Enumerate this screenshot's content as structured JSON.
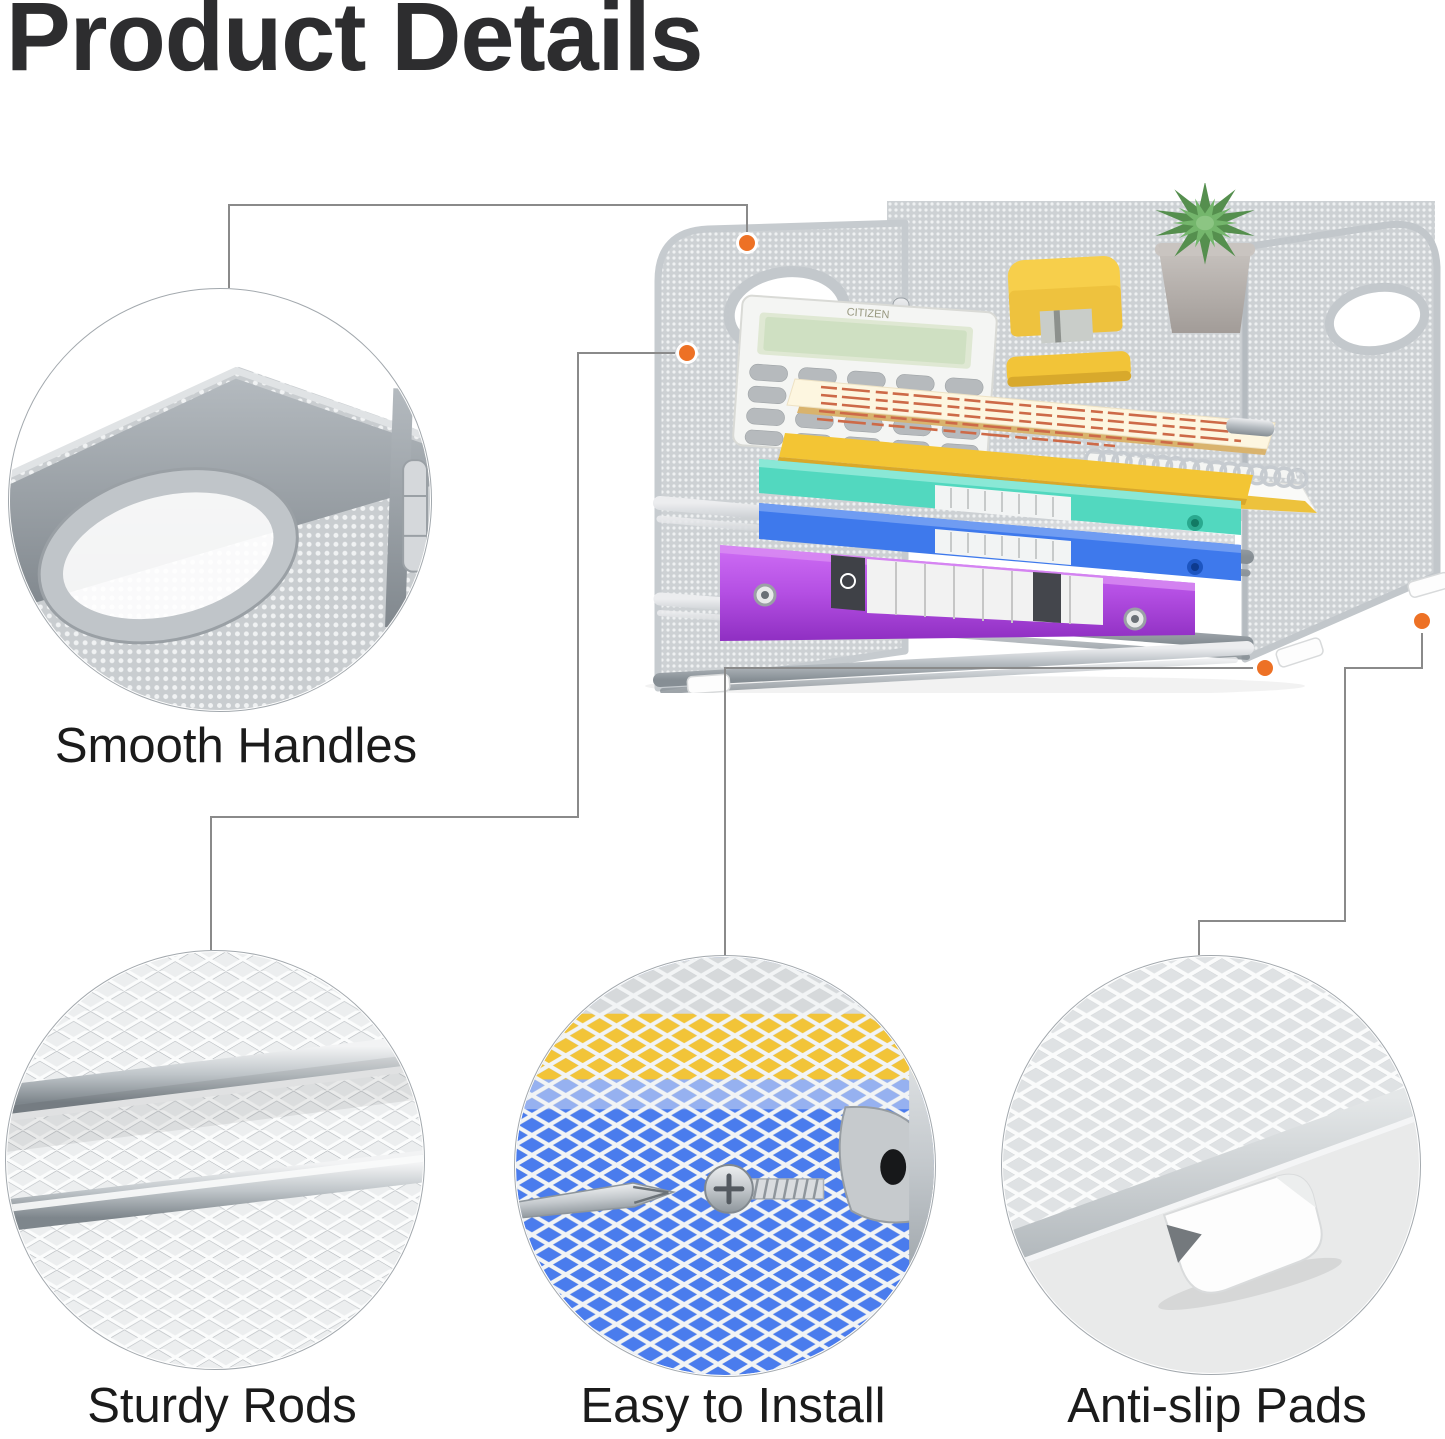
{
  "page": {
    "title": "Product Details"
  },
  "callouts": [
    {
      "id": "smooth-handles",
      "label": "Smooth Handles"
    },
    {
      "id": "sturdy-rods",
      "label": "Sturdy Rods"
    },
    {
      "id": "easy-to-install",
      "label": "Easy to Install"
    },
    {
      "id": "anti-slip-pads",
      "label": "Anti-slip Pads"
    }
  ],
  "product_photo": {
    "description_items": [
      "silver-mesh-3-tier-letter-tray",
      "calculator",
      "yellow-stapler",
      "spiral-notebook",
      "succulent-plant",
      "clipboard-document",
      "yellow-notepad",
      "teal-folder",
      "blue-folder",
      "purple-binder",
      "white-anti-slip-feet"
    ],
    "calculator_brand": "CITIZEN"
  },
  "colors": {
    "accent_orange": "#ED7125",
    "connector_gray": "#8A8A8A",
    "title_text": "#2D2D2F",
    "label_text": "#1B1B1B",
    "mesh_silver": "#C9CDD1",
    "folder_teal": "#52D8BF",
    "folder_blue": "#3E79EC",
    "binder_purple": "#B44FE3",
    "stapler_yellow": "#F7CF4B",
    "plant_green": "#66A85F"
  }
}
